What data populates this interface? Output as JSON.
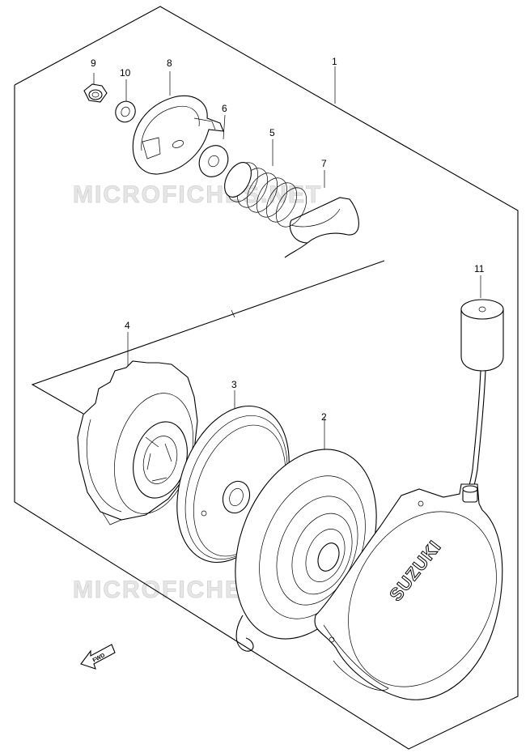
{
  "callouts": [
    {
      "id": "1",
      "label": "1"
    },
    {
      "id": "2",
      "label": "2"
    },
    {
      "id": "3",
      "label": "3"
    },
    {
      "id": "4",
      "label": "4"
    },
    {
      "id": "5",
      "label": "5"
    },
    {
      "id": "6",
      "label": "6"
    },
    {
      "id": "7",
      "label": "7"
    },
    {
      "id": "8",
      "label": "8"
    },
    {
      "id": "9",
      "label": "9"
    },
    {
      "id": "10",
      "label": "10"
    },
    {
      "id": "11",
      "label": "11"
    }
  ],
  "watermark": "MICROFICHES.NET",
  "cover_brand": "SUZUKI",
  "direction_label": "FWD"
}
